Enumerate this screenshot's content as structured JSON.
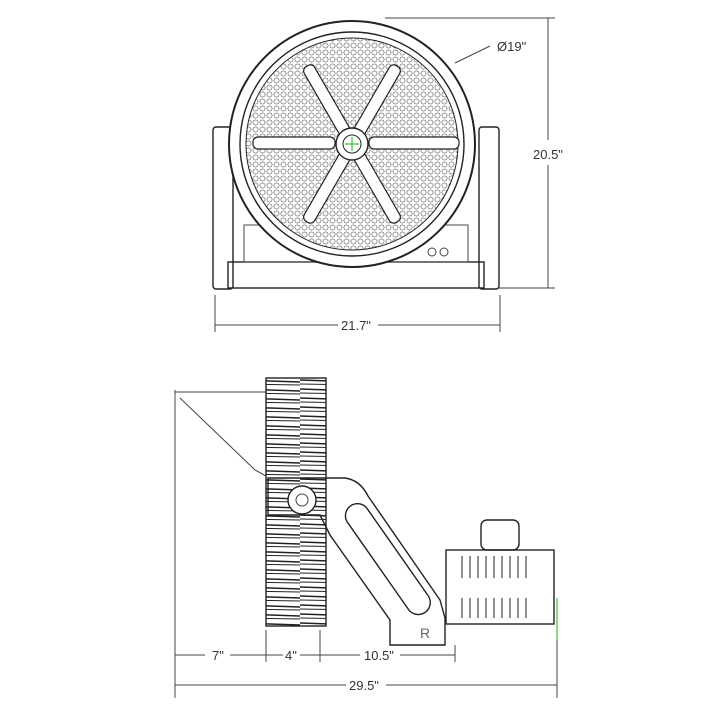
{
  "front_view": {
    "diameter_label": "Ø19\"",
    "height_label": "20.5\"",
    "width_label": "21.7\""
  },
  "side_view": {
    "dim_labels": [
      "7\"",
      "4\"",
      "10.5\""
    ],
    "total_label": "29.5\"",
    "bracket_marking": "R"
  },
  "colors": {
    "line": "#222222",
    "accent": "#3fbf3f"
  }
}
